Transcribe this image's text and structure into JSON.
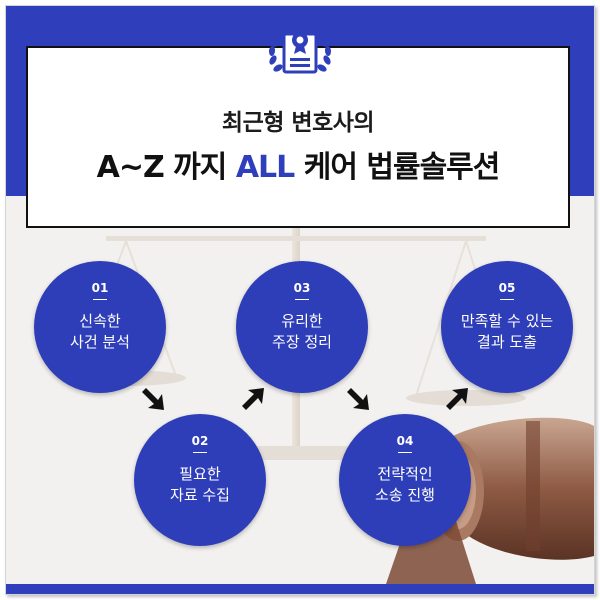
{
  "title": {
    "line1": "최근형 변호사의",
    "line2_prefix": "A~Z 까지 ",
    "line2_accent": "ALL",
    "line2_suffix": " 케어 법률솔루션"
  },
  "icons": {
    "emblem": "certificate-laurel-icon",
    "arrow": "arrow-icon"
  },
  "colors": {
    "brand_blue": "#2f3fbb",
    "text_dark": "#111111"
  },
  "steps": [
    {
      "num": "01",
      "label": "신속한\n사건 분석"
    },
    {
      "num": "02",
      "label": "필요한\n자료 수집"
    },
    {
      "num": "03",
      "label": "유리한\n주장 정리"
    },
    {
      "num": "04",
      "label": "전략적인\n소송 진행"
    },
    {
      "num": "05",
      "label": "만족할 수 있는\n결과 도출"
    }
  ]
}
